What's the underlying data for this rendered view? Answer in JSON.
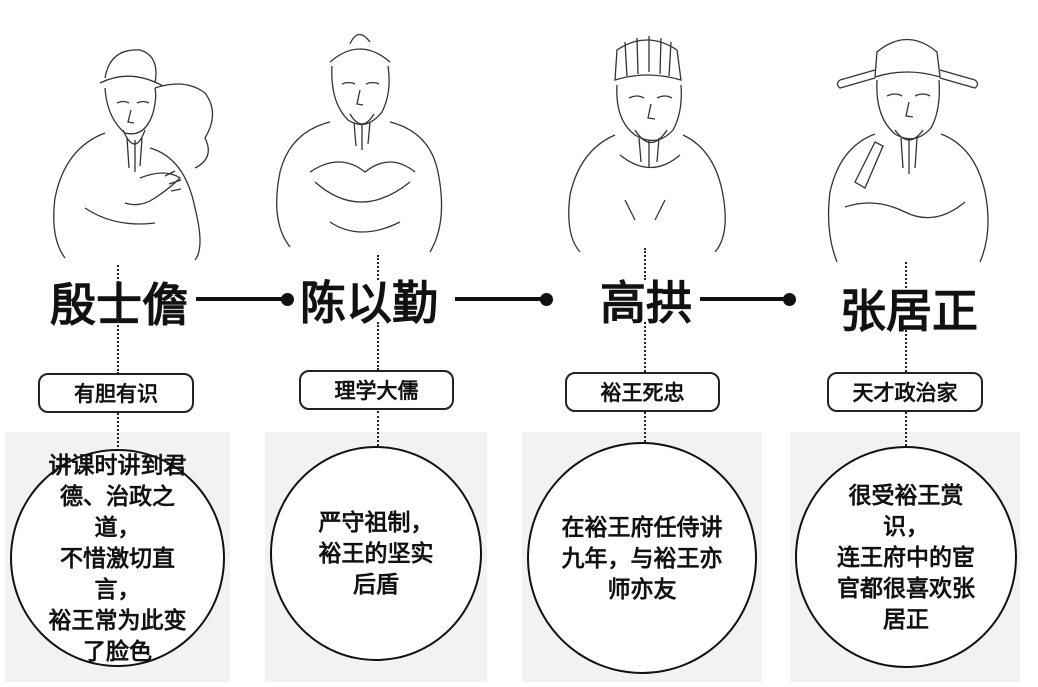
{
  "figures": [
    {
      "name": "殷士儋",
      "tag": "有胆有识",
      "description_lines": [
        "讲课时讲到君",
        "德、治政之道，",
        "不惜激切直言，",
        "裕王常为此变",
        "了脸色"
      ]
    },
    {
      "name": "陈以勤",
      "tag": "理学大儒",
      "description_lines": [
        "严守祖制，",
        "裕王的坚实",
        "后盾"
      ]
    },
    {
      "name": "高拱",
      "tag": "裕王死忠",
      "description_lines": [
        "在裕王府任侍讲",
        "九年，与裕王亦",
        "师亦友"
      ]
    },
    {
      "name": "张居正",
      "tag": "天才政治家",
      "description_lines": [
        "很受裕王赏识，",
        "连王府中的宦",
        "官都很喜欢张",
        "居正"
      ]
    }
  ],
  "colors": {
    "line": "#111111",
    "background": "#ffffff",
    "shade": "#f2f2f2"
  }
}
